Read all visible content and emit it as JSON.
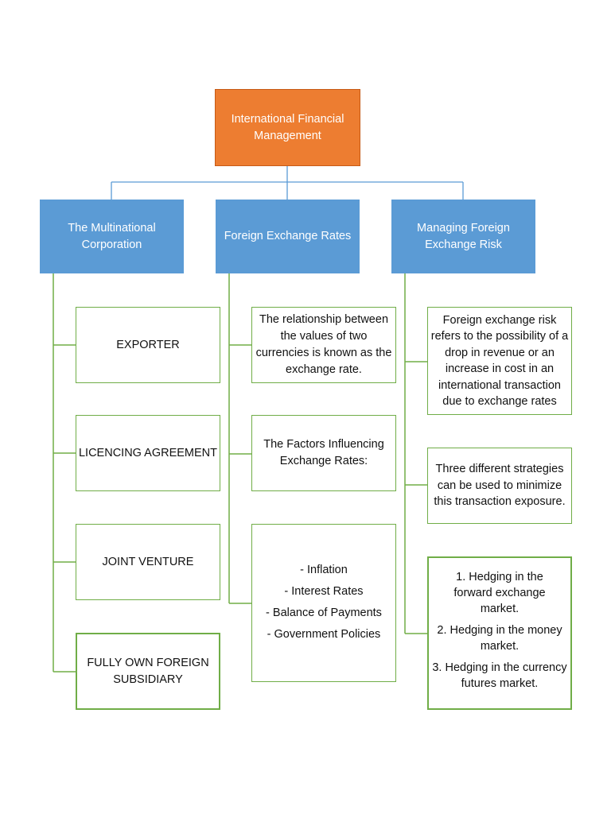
{
  "diagram": {
    "root": {
      "label": "International Financial Management"
    },
    "branches": [
      {
        "label": "The Multinational Corporation",
        "children": [
          "EXPORTER",
          "LICENCING AGREEMENT",
          "JOINT VENTURE",
          "FULLY OWN FOREIGN SUBSIDIARY"
        ]
      },
      {
        "label": "Foreign Exchange Rates",
        "children": [
          "The relationship between the values of two currencies is known as the exchange rate.",
          "The Factors Influencing Exchange Rates:",
          [
            "- Inflation",
            "- Interest Rates",
            "- Balance of Payments",
            "- Government Policies"
          ]
        ]
      },
      {
        "label": "Managing Foreign Exchange Risk",
        "children": [
          "Foreign exchange risk refers to the possibility of a drop in revenue or an increase in cost in an international transaction due to exchange rates",
          "Three different strategies can be used to minimize this transaction exposure.",
          [
            "1. Hedging in the forward exchange market.",
            "2. Hedging in the money market.",
            "3. Hedging in the currency futures market."
          ]
        ]
      }
    ],
    "colors": {
      "root_fill": "#ED7D31",
      "branch_fill": "#5B9BD5",
      "leaf_border": "#70AD47",
      "root_connector": "#5B9BD5",
      "leaf_connector": "#70AD47"
    }
  }
}
